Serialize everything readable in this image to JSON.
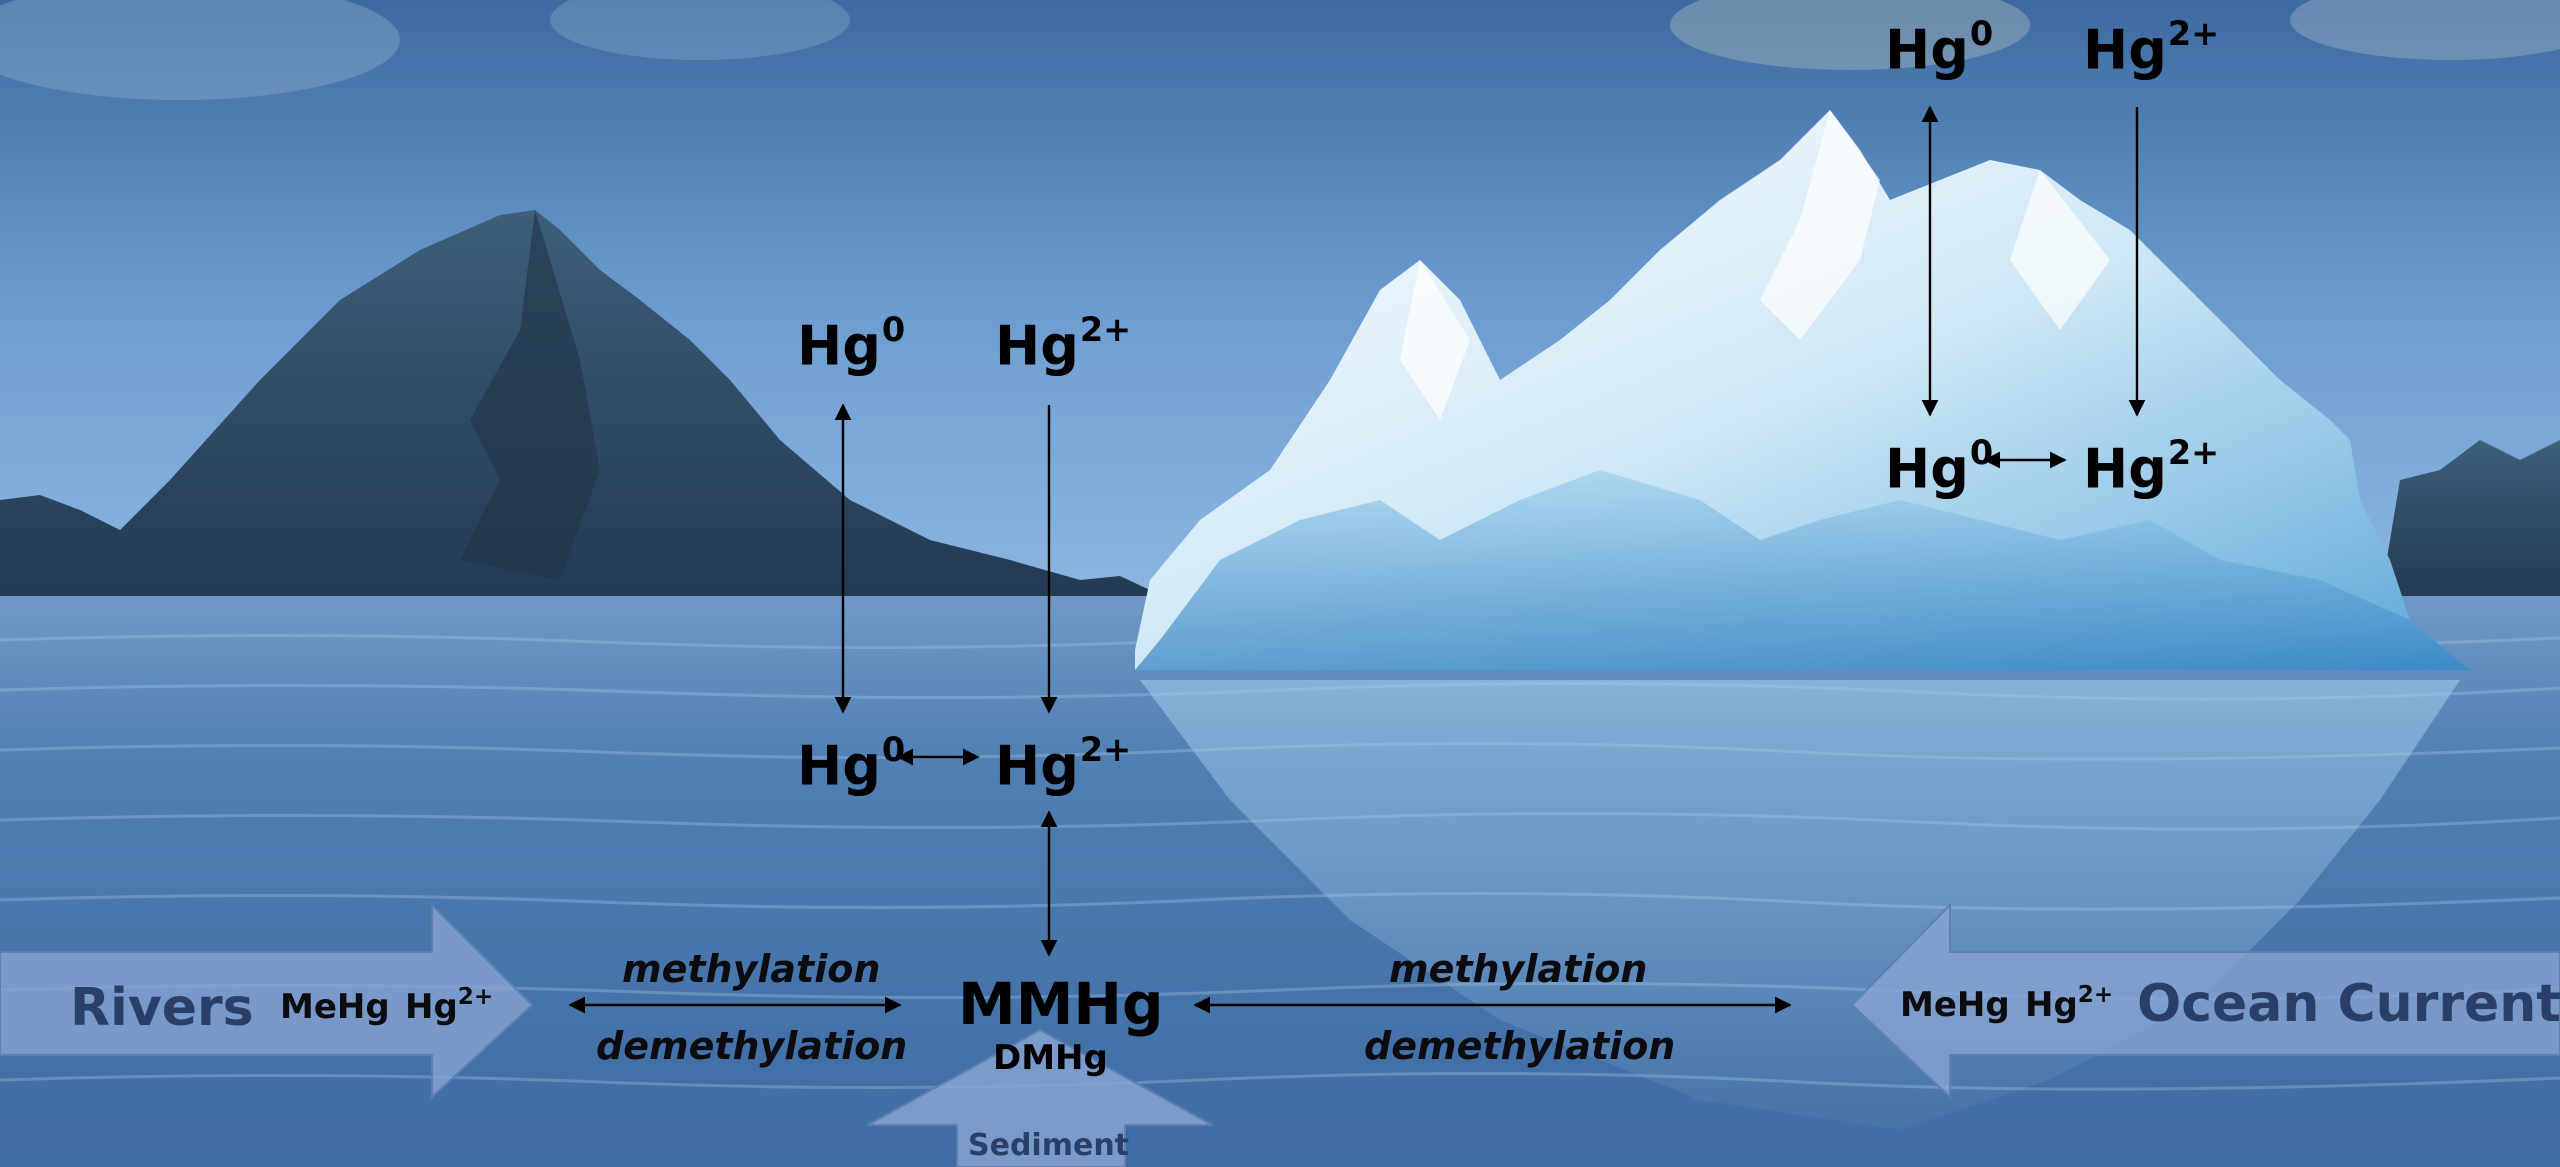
{
  "atmosphere_left": {
    "hg0": "Hg",
    "hg0_sup": "0",
    "hg2": "Hg",
    "hg2_sup": "2+"
  },
  "atmosphere_right": {
    "hg0": "Hg",
    "hg0_sup": "0",
    "hg2": "Hg",
    "hg2_sup": "2+"
  },
  "iceberg": {
    "hg0": "Hg",
    "hg0_sup": "0",
    "hg2": "Hg",
    "hg2_sup": "2+"
  },
  "water": {
    "hg0": "Hg",
    "hg0_sup": "0",
    "hg2": "Hg",
    "hg2_sup": "2+"
  },
  "rivers": {
    "label": "Rivers",
    "mehg": "MeHg",
    "hg2": "Hg",
    "hg2_sup": "2+"
  },
  "ocean_current": {
    "label": "Ocean Current",
    "mehg": "MeHg",
    "hg2": "Hg",
    "hg2_sup": "2+"
  },
  "center": {
    "mmhg": "MMHg",
    "dmhg": "DMHg"
  },
  "process_left": {
    "methylation": "methylation",
    "demethylation": "demethylation"
  },
  "process_right": {
    "methylation": "methylation",
    "demethylation": "demethylation"
  },
  "sediment": {
    "label": "Sediment"
  },
  "colors": {
    "sky_top": "#3f6ea3",
    "sky_bottom": "#82b0df",
    "ocean": "#4b7bb0",
    "flow_arrow": "#8aa6d3",
    "flow_text": "#2a3f68"
  }
}
